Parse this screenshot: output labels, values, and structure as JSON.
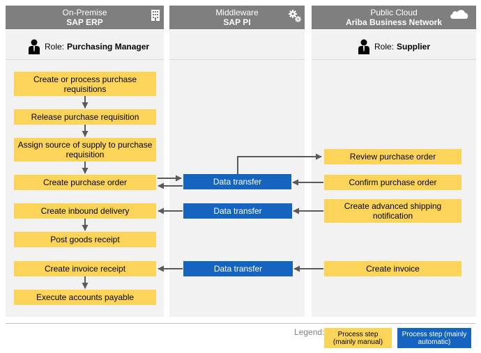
{
  "lanes": {
    "erp": {
      "title": "On-Premise",
      "subtitle": "SAP ERP",
      "icon": "building-icon",
      "role_label": "Role:",
      "role_value": "Purchasing Manager"
    },
    "pi": {
      "title": "Middleware",
      "subtitle": "SAP PI",
      "icon": "gears-icon"
    },
    "cloud": {
      "title": "Public Cloud",
      "subtitle": "Ariba Business Network",
      "icon": "cloud-icon",
      "role_label": "Role:",
      "role_value": "Supplier"
    }
  },
  "erp_steps": [
    "Create or process purchase requisitions",
    "Release purchase requisition",
    "Assign source of supply to purchase requisition",
    "Create purchase order",
    "Create inbound delivery",
    "Post goods receipt",
    "Create invoice receipt",
    "Execute accounts payable"
  ],
  "pi_steps": [
    "Data transfer",
    "Data transfer",
    "Data transfer"
  ],
  "cloud_steps": [
    "Review purchase order",
    "Confirm purchase order",
    "Create advanced shipping notification",
    "Create invoice"
  ],
  "legend": {
    "label": "Legend:",
    "manual": "Process step (mainly manual)",
    "automatic": "Process step (mainly automatic)"
  },
  "colors": {
    "manual": "#fcd45a",
    "automatic": "#1565c0",
    "header": "#7f7f7f",
    "lane": "#f2f2f2",
    "arrow": "#595959"
  }
}
